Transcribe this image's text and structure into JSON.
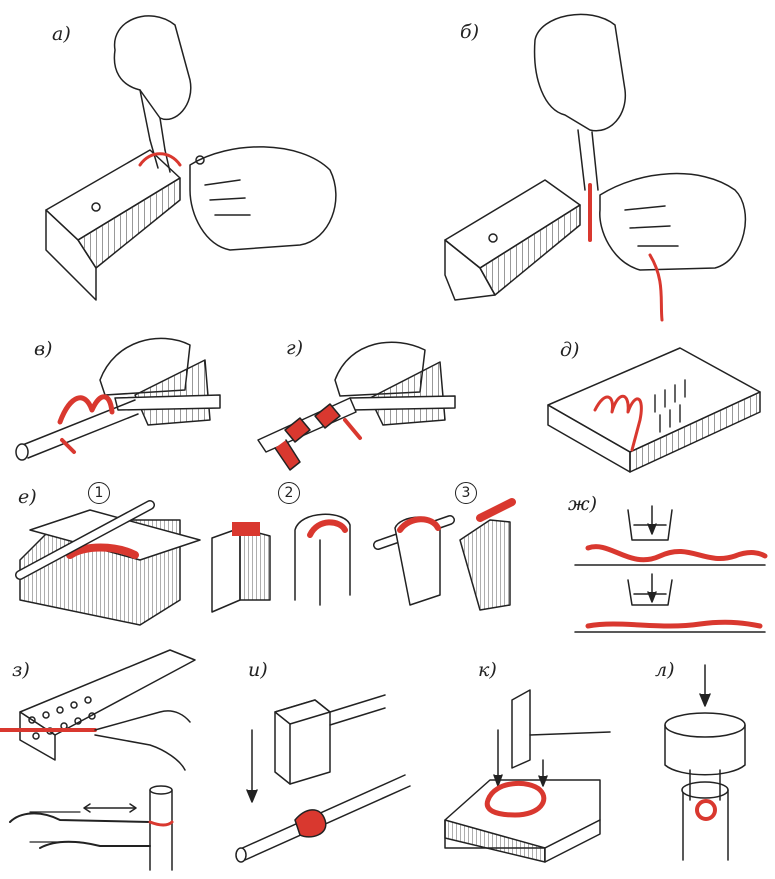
{
  "panels": {
    "a": "а)",
    "b": "б)",
    "v": "в)",
    "g": "г)",
    "d": "д)",
    "e": "е)",
    "zh": "ж)",
    "z": "з)",
    "i": "и)",
    "k": "к)",
    "l": "л)"
  },
  "steps": [
    "1",
    "2",
    "3"
  ],
  "colors": {
    "ink": "#222222",
    "wire": "#d9382f",
    "paper": "#ffffff"
  }
}
